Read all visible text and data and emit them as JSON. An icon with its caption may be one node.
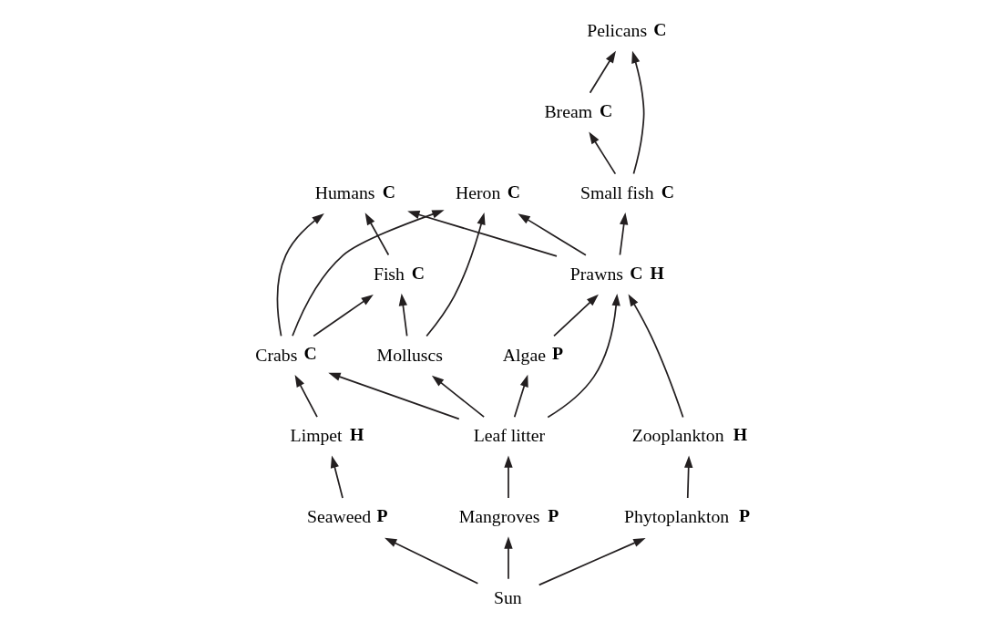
{
  "diagram": {
    "nodes": [
      {
        "text": [
          "Humans"
        ],
        "beside": [
          "C"
        ]
      },
      {
        "text": [
          "Heron"
        ],
        "beside": [
          "C"
        ]
      },
      {
        "text": [
          "Pelicans"
        ],
        "beside": [
          "C"
        ]
      },
      {
        "text": [
          "Bream"
        ],
        "beside": [
          "C"
        ]
      },
      {
        "text": [
          "Fish"
        ],
        "beside": [
          "C"
        ]
      },
      {
        "text": [
          "Prawns"
        ],
        "beside": [
          "C",
          "H"
        ]
      },
      {
        "text": [
          "Crabs"
        ],
        "beside": [
          "C"
        ]
      },
      {
        "text": [
          "Small fish"
        ],
        "beside": [
          "C"
        ]
      },
      {
        "text": [
          "Molluscs"
        ]
      },
      {
        "text": [
          "Zooplankton"
        ],
        "beside": [
          "H"
        ]
      },
      {
        "text": [
          "Limpet"
        ],
        "beside": [
          "H"
        ]
      },
      {
        "text": [
          "Phytoplankton"
        ],
        "beside": [
          "P"
        ]
      },
      {
        "text": [
          "Mangroves"
        ],
        "beside": [
          "P"
        ]
      },
      {
        "text": [
          "Algae"
        ],
        "beside": [
          "P"
        ]
      },
      {
        "text": [
          "Seaweed"
        ],
        "beside": [
          "P"
        ]
      },
      {
        "text": [
          "Leaf litter"
        ]
      },
      {
        "text": [
          "Sun"
        ]
      }
    ],
    "edges": [
      {
        "from": 4,
        "to": 0,
        "arrow": "to"
      },
      {
        "from": 5,
        "to": 0,
        "arrow": "to"
      },
      {
        "from": 6,
        "to": 0,
        "arrow": "to"
      },
      {
        "from": 5,
        "to": 1,
        "arrow": "to"
      },
      {
        "from": 6,
        "to": 1,
        "arrow": "to"
      },
      {
        "from": 8,
        "to": 1,
        "arrow": "to"
      },
      {
        "from": 3,
        "to": 2,
        "arrow": "to"
      },
      {
        "from": 7,
        "to": 2,
        "arrow": "to"
      },
      {
        "from": 7,
        "to": 3,
        "arrow": "to"
      },
      {
        "from": 6,
        "to": 4,
        "arrow": "to"
      },
      {
        "from": 8,
        "to": 4,
        "arrow": "to"
      },
      {
        "from": 5,
        "to": 7,
        "arrow": "to"
      },
      {
        "from": 9,
        "to": 5,
        "arrow": "to"
      },
      {
        "from": 13,
        "to": 5,
        "arrow": "to"
      },
      {
        "from": 15,
        "to": 5,
        "arrow": "to"
      },
      {
        "from": 15,
        "to": 6,
        "arrow": "to"
      },
      {
        "from": 10,
        "to": 6,
        "arrow": "to"
      },
      {
        "from": 14,
        "to": 10,
        "arrow": "to"
      },
      {
        "from": 11,
        "to": 9,
        "arrow": "to"
      },
      {
        "from": 15,
        "to": 13,
        "arrow": "to"
      },
      {
        "from": 15,
        "to": 8,
        "arrow": "to"
      },
      {
        "from": 12,
        "to": 15,
        "arrow": "to"
      },
      {
        "from": 16,
        "to": 11,
        "arrow": "to"
      },
      {
        "from": 16,
        "to": 12,
        "arrow": "to"
      },
      {
        "from": 16,
        "to": 14,
        "arrow": "to"
      }
    ]
  }
}
